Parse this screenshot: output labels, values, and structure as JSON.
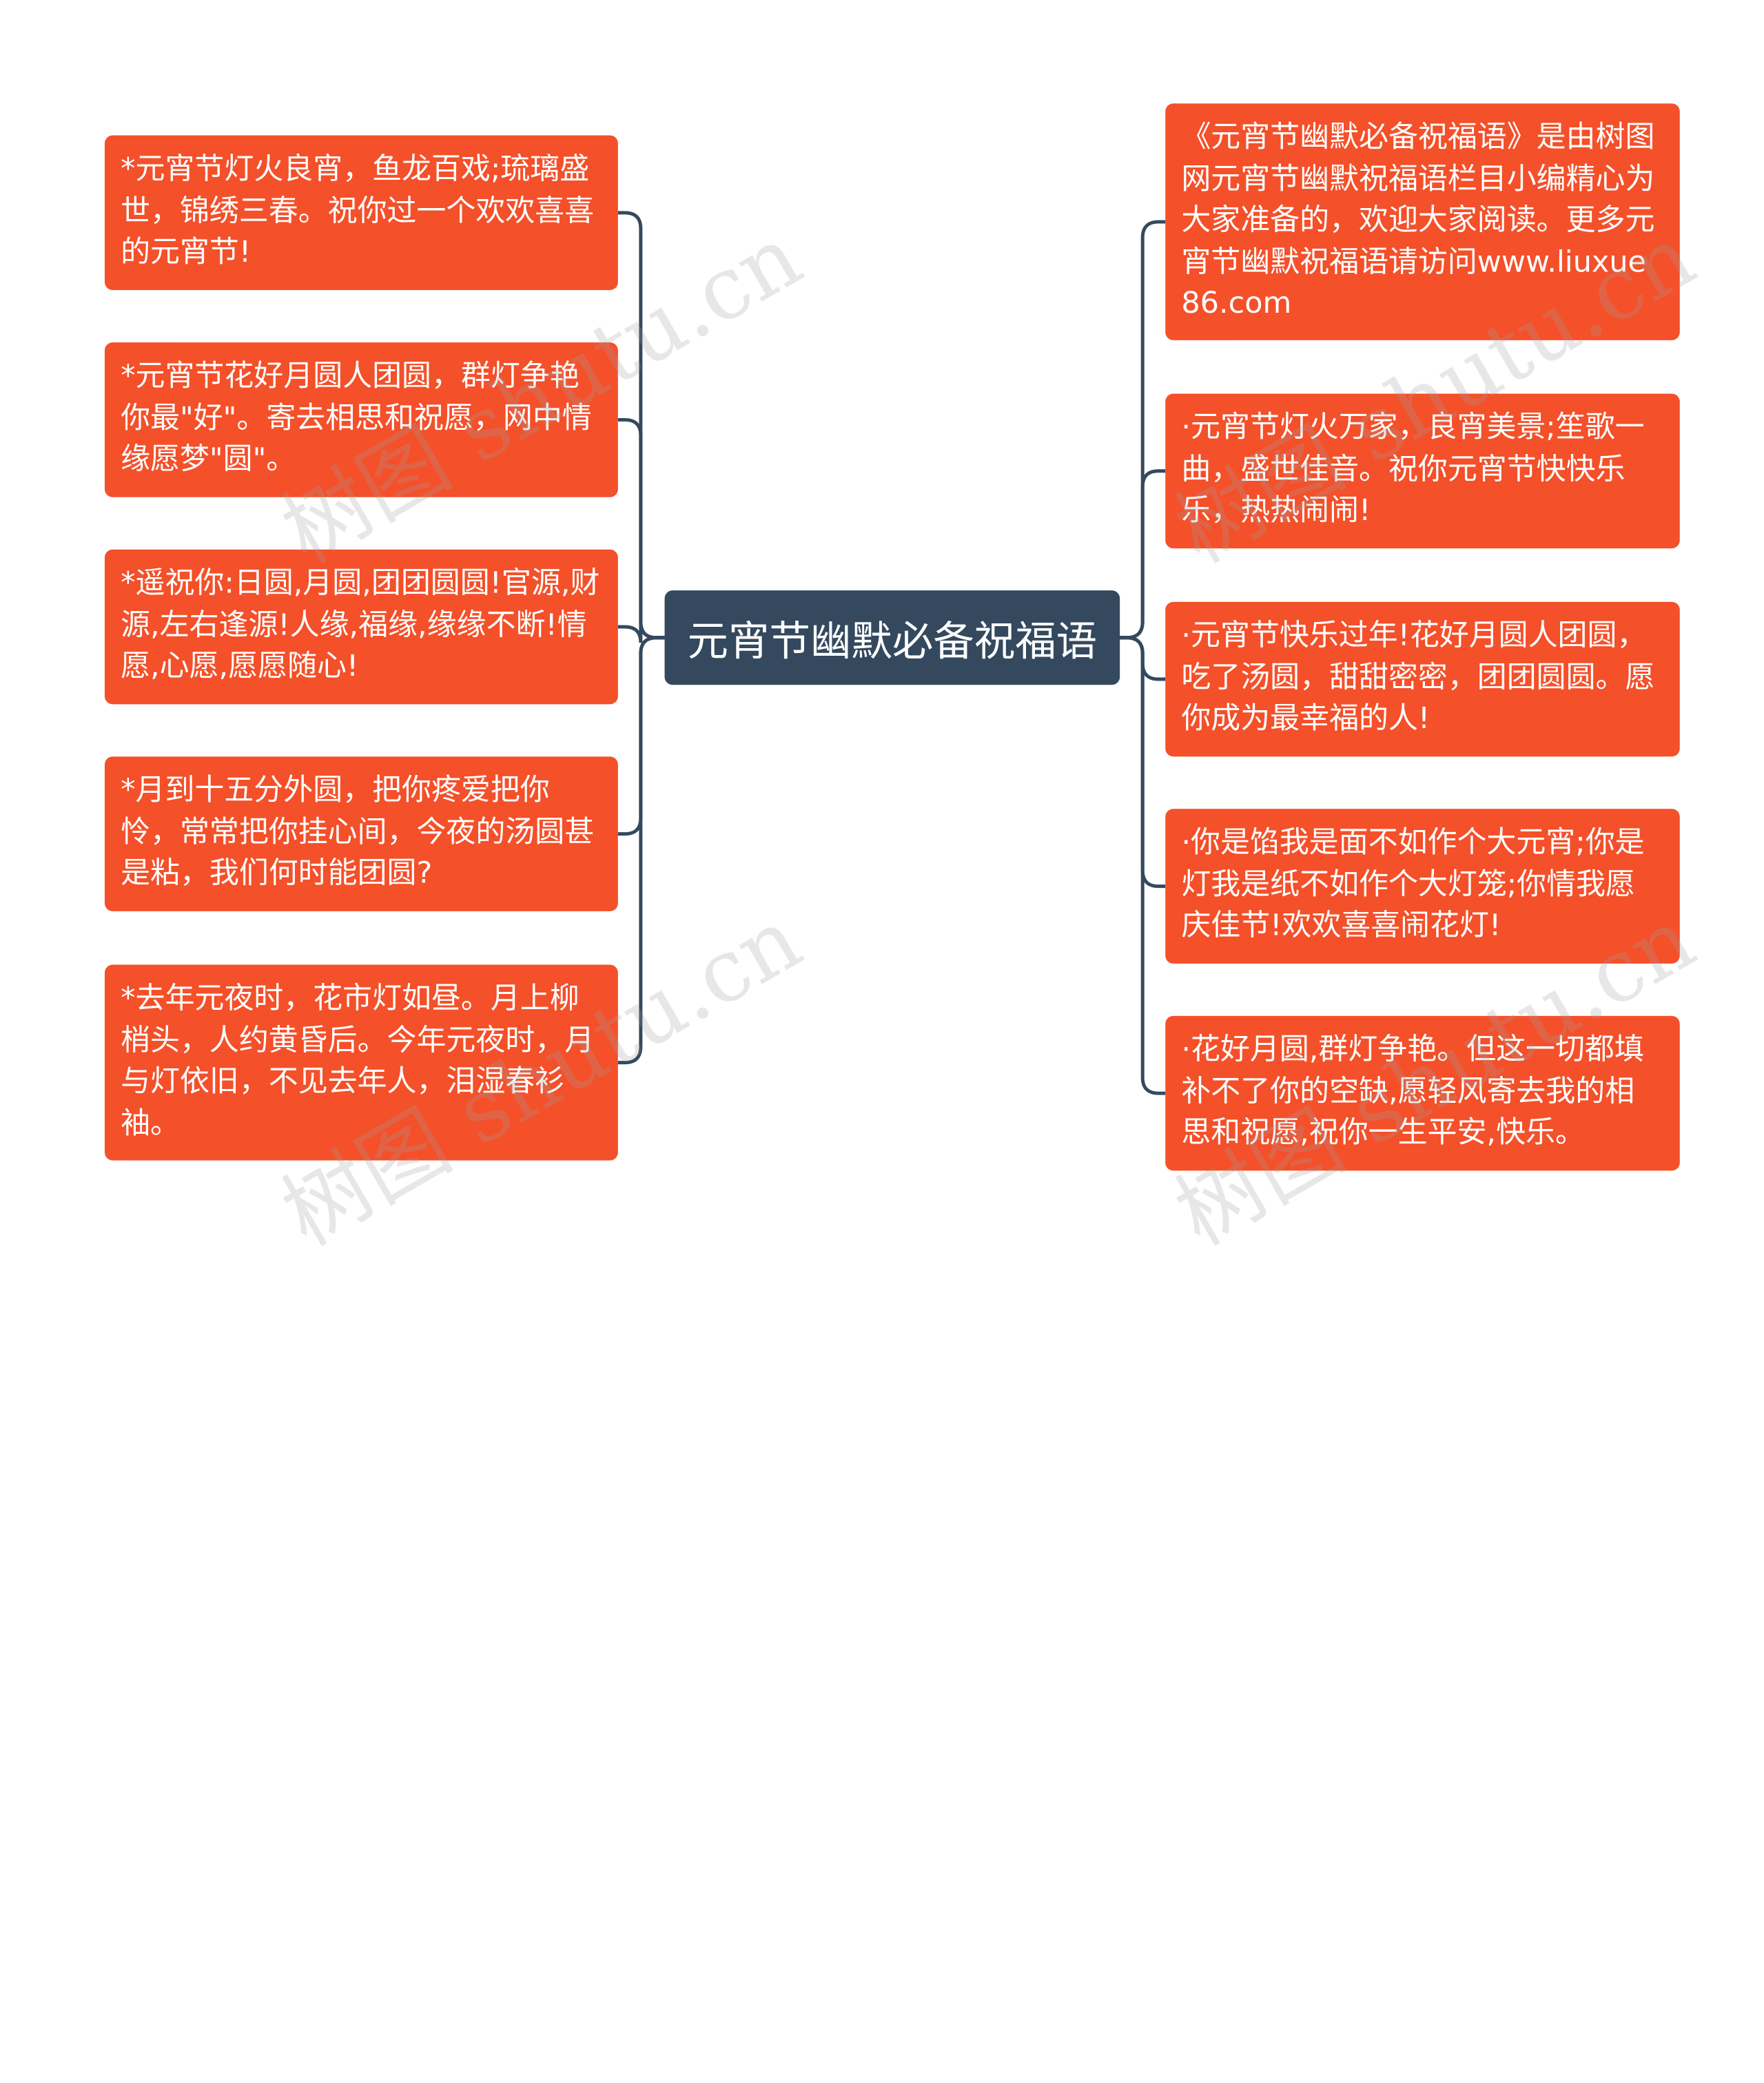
{
  "colors": {
    "leaf": "#f4502a",
    "center": "#34495e",
    "connector": "#34495e"
  },
  "center": {
    "label": "元宵节幽默必备祝福语"
  },
  "left_nodes": [
    "*元宵节灯火良宵，鱼龙百戏;琉璃盛世，锦绣三春。祝你过一个欢欢喜喜的元宵节!",
    "*元宵节花好月圆人团圆，群灯争艳你最\"好\"。寄去相思和祝愿，网中情缘愿梦\"圆\"。",
    "*遥祝你:日圆,月圆,团团圆圆!官源,财源,左右逢源!人缘,福缘,缘缘不断!情愿,心愿,愿愿随心!",
    "*月到十五分外圆，把你疼爱把你怜，常常把你挂心间，今夜的汤圆甚是粘，我们何时能团圆?",
    "*去年元夜时，花市灯如昼。月上柳梢头，人约黄昏后。今年元夜时，月与灯依旧，不见去年人，泪湿春衫袖。"
  ],
  "right_nodes": [
    "《元宵节幽默必备祝福语》是由树图网元宵节幽默祝福语栏目小编精心为大家准备的，欢迎大家阅读。更多元宵节幽默祝福语请访问www.liuxue86.com",
    "·元宵节灯火万家，良宵美景;笙歌一曲，盛世佳音。祝你元宵节快快乐乐，热热闹闹!",
    "·元宵节快乐过年!花好月圆人团圆，吃了汤圆，甜甜密密，团团圆圆。愿你成为最幸福的人!",
    "·你是馅我是面不如作个大元宵;你是灯我是纸不如作个大灯笼;你情我愿庆佳节!欢欢喜喜闹花灯!",
    "·花好月圆,群灯争艳。但这一切都填补不了你的空缺,愿轻风寄去我的相思和祝愿,祝你一生平安,快乐。"
  ],
  "watermarks": [
    "树图 shutu.cn",
    "树图 shutu.cn",
    "树图 shutu.cn",
    "树图 shutu.cn"
  ]
}
